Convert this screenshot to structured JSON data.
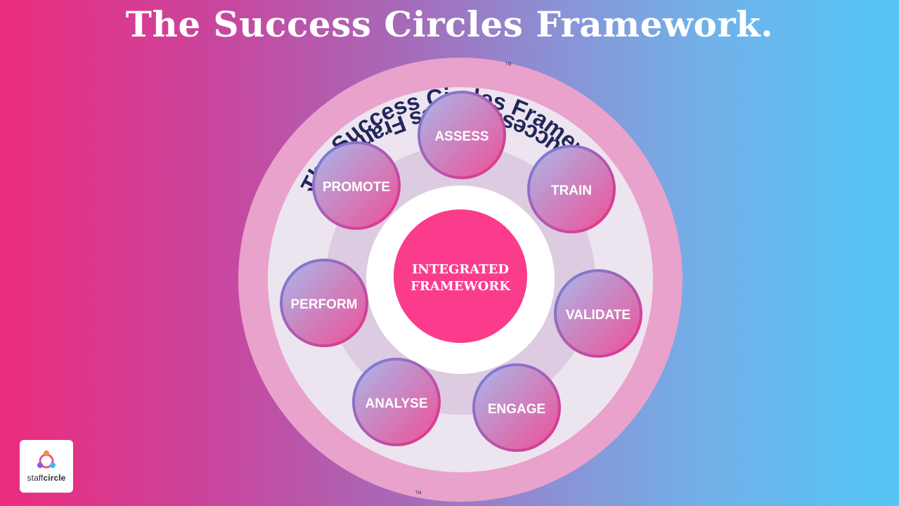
{
  "page": {
    "title": "The Success Circles Framework."
  },
  "ring": {
    "text_top": "The Success Circles",
    "text_top_suffix": " Framework",
    "text_bottom": "The Success Circles",
    "text_bottom_suffix": " Framework",
    "tm_mark": "TM"
  },
  "center": {
    "line1": "INTEGRATED",
    "line2": "FRAMEWORK"
  },
  "stages": [
    {
      "label": "ASSESS"
    },
    {
      "label": "TRAIN"
    },
    {
      "label": "VALIDATE"
    },
    {
      "label": "ENGAGE"
    },
    {
      "label": "ANALYSE"
    },
    {
      "label": "PERFORM"
    },
    {
      "label": "PROMOTE"
    }
  ],
  "logo": {
    "brand_light": "staff",
    "brand_bold": "circle"
  },
  "colors": {
    "outer_ring": "#e8a2cb",
    "middle_disc": "#ece4ef",
    "inner_band": "#dccbe1",
    "center": "#fb3c8c",
    "ring_text": "#22265a",
    "circle_pink": "#ea3585",
    "circle_blue": "#7c86dc"
  }
}
